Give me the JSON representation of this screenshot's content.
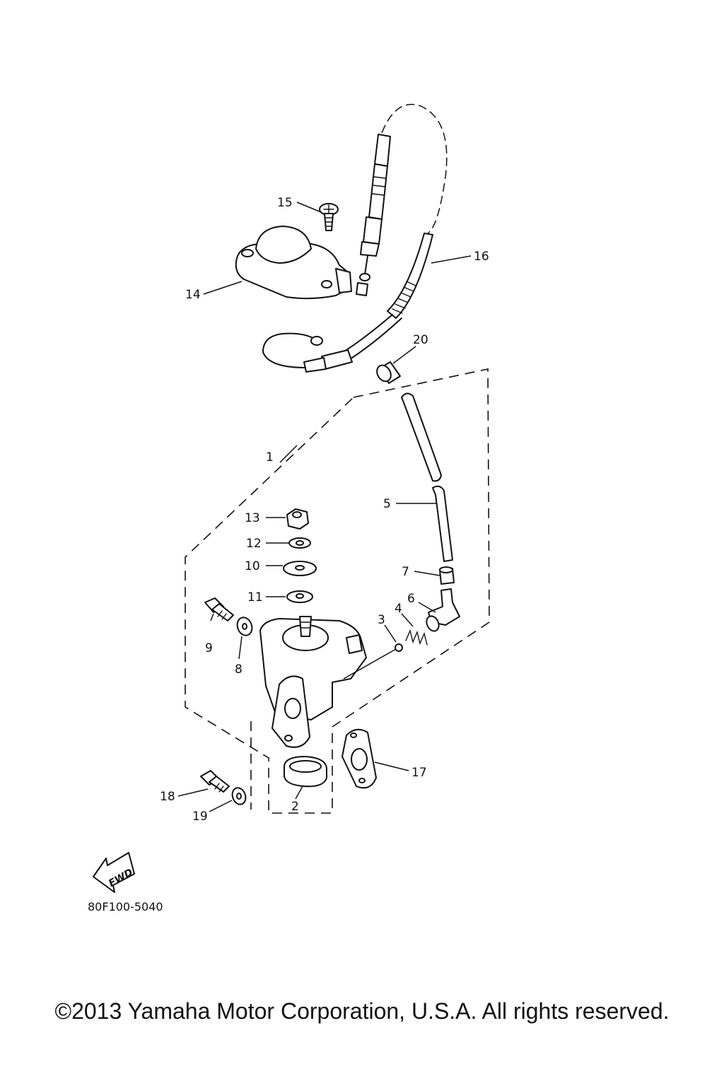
{
  "diagram": {
    "callouts": [
      {
        "id": "1",
        "label": "1"
      },
      {
        "id": "2",
        "label": "2"
      },
      {
        "id": "3",
        "label": "3"
      },
      {
        "id": "4",
        "label": "4"
      },
      {
        "id": "5",
        "label": "5"
      },
      {
        "id": "6",
        "label": "6"
      },
      {
        "id": "7",
        "label": "7"
      },
      {
        "id": "8",
        "label": "8"
      },
      {
        "id": "9",
        "label": "9"
      },
      {
        "id": "10",
        "label": "10"
      },
      {
        "id": "11",
        "label": "11"
      },
      {
        "id": "12",
        "label": "12"
      },
      {
        "id": "13",
        "label": "13"
      },
      {
        "id": "14",
        "label": "14"
      },
      {
        "id": "15",
        "label": "15"
      },
      {
        "id": "16",
        "label": "16"
      },
      {
        "id": "17",
        "label": "17"
      },
      {
        "id": "18",
        "label": "18"
      },
      {
        "id": "19",
        "label": "19"
      },
      {
        "id": "20",
        "label": "20"
      }
    ],
    "fwd_label": "FWD",
    "diagram_code": "80F100-5040"
  },
  "footer": {
    "copyright": "©2013 Yamaha Motor Corporation, U.S.A. All rights reserved."
  }
}
